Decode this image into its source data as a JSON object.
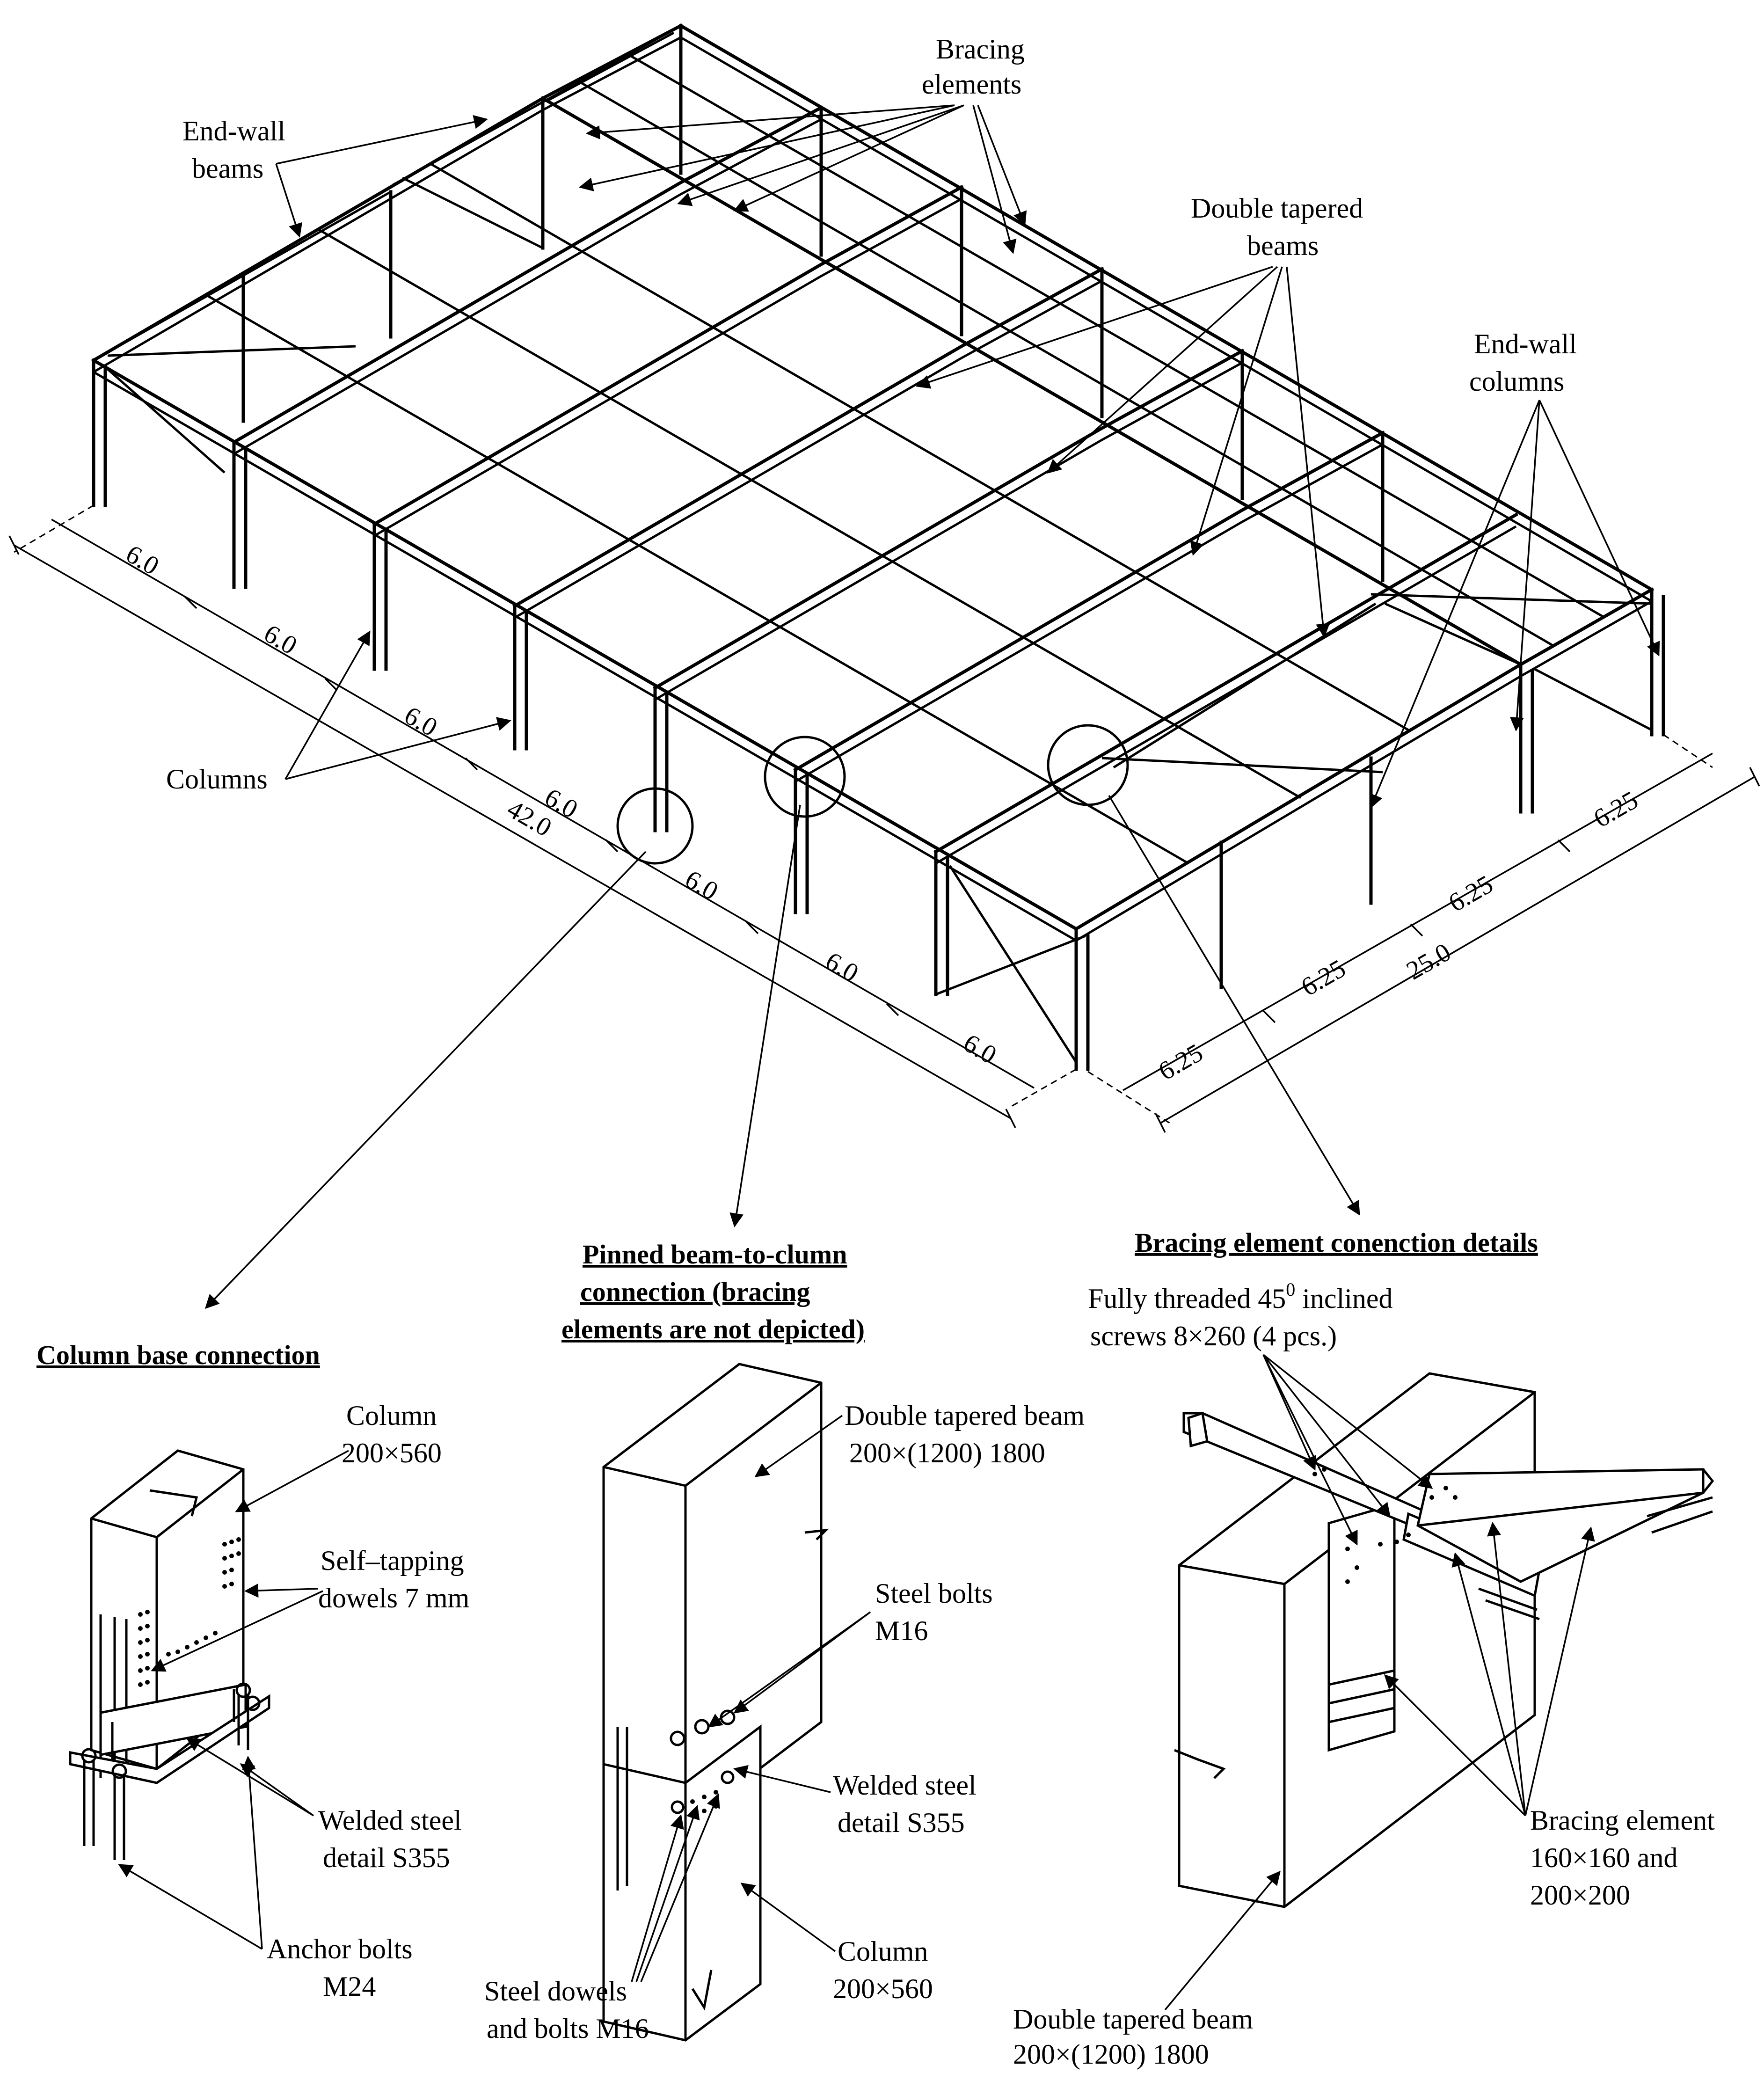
{
  "labels": {
    "end_wall_beams": [
      "End-wall",
      "beams"
    ],
    "bracing_elements": [
      "Bracing",
      "elements"
    ],
    "double_tapered_beams": [
      "Double tapered",
      "beams"
    ],
    "end_wall_columns": [
      "End-wall",
      "columns"
    ],
    "columns": "Columns"
  },
  "dimensions": {
    "length_segments": [
      "6.0",
      "6.0",
      "6.0",
      "6.0",
      "6.0",
      "6.0",
      "6.0"
    ],
    "length_total": "42.0",
    "width_segments": [
      "6.25",
      "6.25",
      "6.25",
      "6.25"
    ],
    "width_total": "25.0"
  },
  "details": {
    "column_base": {
      "title": "Column base connection",
      "column": [
        "Column",
        "200×560"
      ],
      "dowels": [
        "Self–tapping",
        "dowels 7 mm"
      ],
      "welded": [
        "Welded steel",
        "detail S355"
      ],
      "anchor": [
        "Anchor bolts",
        "M24"
      ]
    },
    "pinned": {
      "title": [
        "Pinned beam-to-clumn",
        "connection (bracing",
        "elements are not depicted)"
      ],
      "beam": [
        "Double tapered beam",
        "200×(1200) 1800"
      ],
      "bolts": [
        "Steel bolts",
        "M16"
      ],
      "welded": [
        "Welded steel",
        "detail S355"
      ],
      "column": [
        "Column",
        "200×560"
      ],
      "dowels": [
        "Steel dowels",
        "and bolts M16"
      ]
    },
    "bracing": {
      "title": "Bracing element conenction details",
      "screws_a": "Fully threaded 45",
      "screws_sup": "0",
      "screws_b": " inclined",
      "screws_c": "screws 8×260 (4 pcs.)",
      "element": [
        "Bracing element",
        "160×160 and",
        "200×200"
      ],
      "beam": [
        "Double tapered beam",
        "200×(1200) 1800"
      ]
    }
  }
}
